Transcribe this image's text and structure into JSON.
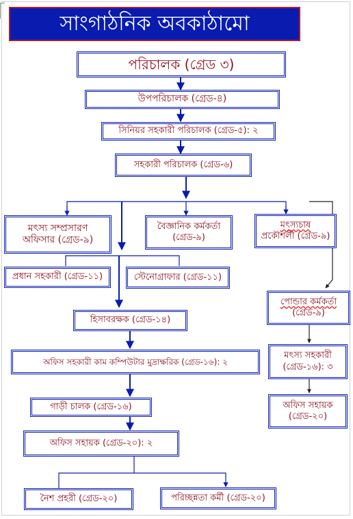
{
  "title": "সাংগাঠনিক অবকাঠামো",
  "nodes": {
    "director": "পরিচালক (গ্রেড ৩)",
    "deputy_director": "উপপরিচালক (গ্রেড-৪)",
    "senior_asst_director": "সিনিয়র সহকারী পরিচালক (গ্রেড-৫): ২",
    "asst_director": "সহকারী পরিচালক (গ্রেড-৬)",
    "fish_extension_officer_line1": "মৎস্য সম্প্রসারণ",
    "fish_extension_officer_line2": "অফিসার (গ্রেড-৯)",
    "scientific_officer_line1": "বৈজ্ঞানিক কর্মকর্তা",
    "scientific_officer_line2": "(গ্রেড-৯)",
    "aquaculture_engineer_line1": "মৎস্যচাষ",
    "aquaculture_engineer_line2": "প্রকৌশলী (গ্রেড-৯)",
    "chief_assistant": "প্রধান সহকারী (গ্রেড-১১)",
    "stenographer": "স্টেনোগ্রাফার (গ্রেড-১১)",
    "accountant": "হিসাবরক্ষক (গ্রেড-১৪)",
    "office_asst_typist": "অফিস সহকারী কাম কম্পিউটার মুদ্রাক্ষরিক (গ্রেড-১৬): ২",
    "driver": "গাড়ী চালক (গ্রেড-১৬)",
    "office_helper": "অফিস সহায়ক (গ্রেড-২০): ২",
    "night_guard": "নৈশ প্রহরী (গ্রেড-২০)",
    "cleaner": "পরিচ্ছন্নতা কর্মী (গ্রেড-২০)",
    "pond_officer_line1": "পোন্ডার কর্মকর্তা",
    "pond_officer_line2": "(গ্রেড-৯)",
    "fish_assistant_line1": "মৎস্য সহকারী",
    "fish_assistant_line2": "(গ্রেড-১৬): ৩",
    "office_helper_pond_line1": "অফিস সহায়ক",
    "office_helper_pond_line2": "(গ্রেড-২০)"
  },
  "colors": {
    "primary_blue": "#0a1bb0",
    "text_maroon": "#8a0f1e",
    "title_border": "#b01f2a"
  }
}
